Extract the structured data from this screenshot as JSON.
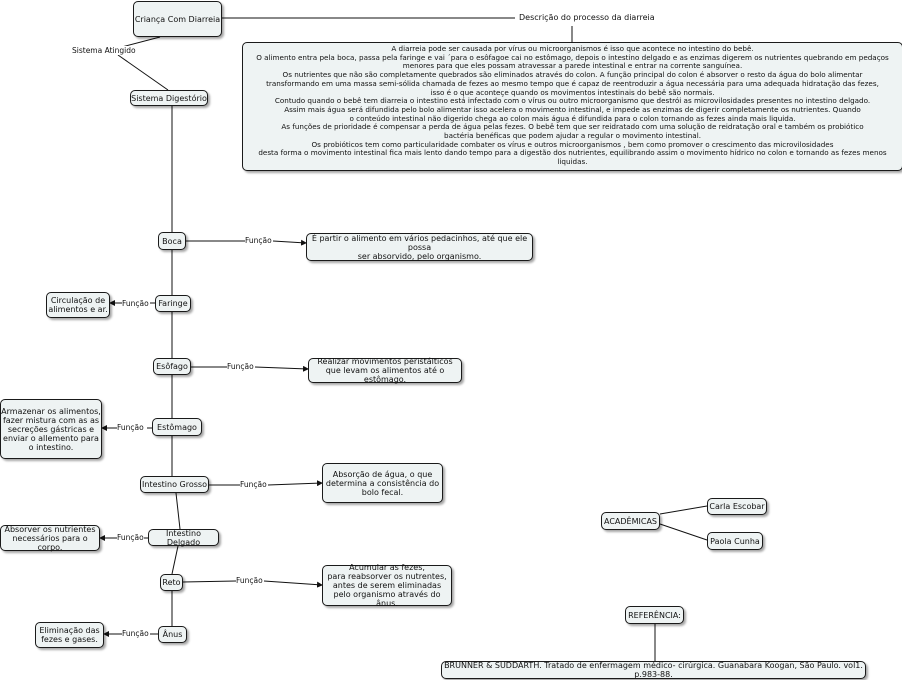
{
  "root": "Criança Com Diarreia",
  "desc_title": "Descrição do processo da diarreia",
  "desc_text": "A diarreia pode ser causada por vírus ou microorganismos é isso que acontece no intestino do bebê.\nO alimento entra pela boca, passa pela faringe e vai  ´para o esôfagoe cai no estômago, depois o intestino delgado e as enzimas digerem os nutrientes quebrando em pedaços\nmenores para que eles possam atravessar a parede intestinal e entrar na corrente sanguínea.\nOs nutrientes que não são completamente quebrados são eliminados através do colon. A função principal do colon é absorver o resto da água do bolo alimentar\ntransformando em uma massa semi-sólida chamada de fezes ao mesmo tempo que é capaz de reentroduzir a água necessária para uma adequada hidratação das fezes,\nisso é o que aconteçe quando os movimentos intestinais do bebê são normais.\nContudo quando o bebê tem diarreia o intestino está infectado com o vírus ou outro microorganismo que destrói as microvilosidades presentes no intestino delgado.\nAssim mais água será difundida pelo bolo alimentar isso acelera o movimento intestinal, e impede as enzimas de digerir completamente os nutrientes. Quando\no conteúdo intestinal não digerido chega ao colon mais água é difundida para o colon tornando as fezes ainda mais liquida.\nAs funções de prioridade é compensar a perda de água pelas fezes. O bebê tem que ser reidratado com uma solução de reidratação oral e também os probiótico\nbactéria benéficas que podem ajudar a regular o movimento intestinal.\nOs probióticos tem como particularidade combater os vírus e outros microorganismos , bem como promover o crescimento das microvilosidades\ndesta forma o movimento intestinal fica mais lento dando tempo para a digestão dos nutrientes, equilibrando assim o movimento hídrico no colon e tornando as fezes menos liquidas.",
  "edge_system": "Sistema Atingido",
  "system": "Sistema Digestório",
  "function_label": "Função",
  "organs": {
    "boca": "Boca",
    "faringe": "Faringe",
    "esofago": "Esôfago",
    "estomago": "Estômago",
    "grosso": "Intestino Grosso",
    "delgado": "Intestino Delgado",
    "reto": "Reto",
    "anus": "Ânus"
  },
  "functions": {
    "boca": "É  partir o alimento em vários pedacinhos, até que ele possa\nser absorvido, pelo organismo.",
    "faringe": "Circulação de\nalimentos e ar.",
    "esofago": "Realizar movimentos peristálticos\nque levam os alimentos até o estômago.",
    "estomago": "Armazenar os alimentos,\nfazer mistura com as as\nsecreções gástricas e\nenviar o allemento para\no intestino.",
    "grosso": "Absorção de água, o que\ndetermina a consistência do\nbolo fecal.",
    "delgado": "Absorver os nutrientes\nnecessários para o corpo.",
    "reto": "Acumular as fezes,\npara reabsorver os nutrentes,\nantes de serem eliminadas\npelo organismo através do ânus.",
    "anus": "Eliminação das\nfezes e gases."
  },
  "academicas": "ACADÊMICAS",
  "authors": [
    "Carla Escobar",
    "Paola Cunha"
  ],
  "referencia": "REFERÊNCIA:",
  "reference_text": "BRUNNER & SUDDARTH. Tratado de enfermagem médico- cirúrgica. Guanabara Koogan, São Paulo. vol1. p.983-88."
}
